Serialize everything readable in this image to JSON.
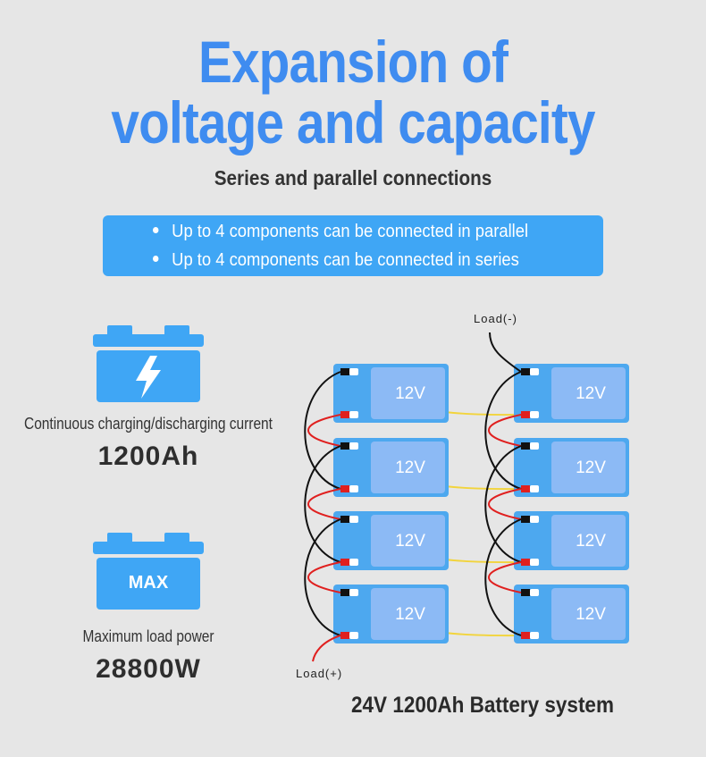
{
  "header": {
    "title_line1": "Expansion of",
    "title_line2": "voltage and capacity",
    "subtitle": "Series and parallel connections"
  },
  "banner": {
    "bullets": [
      "Up to 4 components can be connected in parallel",
      "Up to 4 components can be connected in series"
    ]
  },
  "specs": {
    "charging_icon": "battery-lightning-icon",
    "charging_caption": "Continuous charging/discharging current",
    "charging_value": "1200Ah",
    "max_icon_text": "MAX",
    "load_caption": "Maximum load power",
    "load_value": "28800W"
  },
  "diagram": {
    "cell_label": "12V",
    "load_negative": "Load(-)",
    "load_positive": "Load(+)",
    "system_label": "24V 1200Ah Battery system"
  },
  "colors": {
    "title": "#3f8cf0",
    "banner": "#3fa6f5",
    "battery_body": "#4da8ef",
    "battery_panel": "#8cbaf5",
    "wire_yellow": "#f2d43c",
    "wire_red": "#e0201f",
    "wire_black": "#111111"
  }
}
